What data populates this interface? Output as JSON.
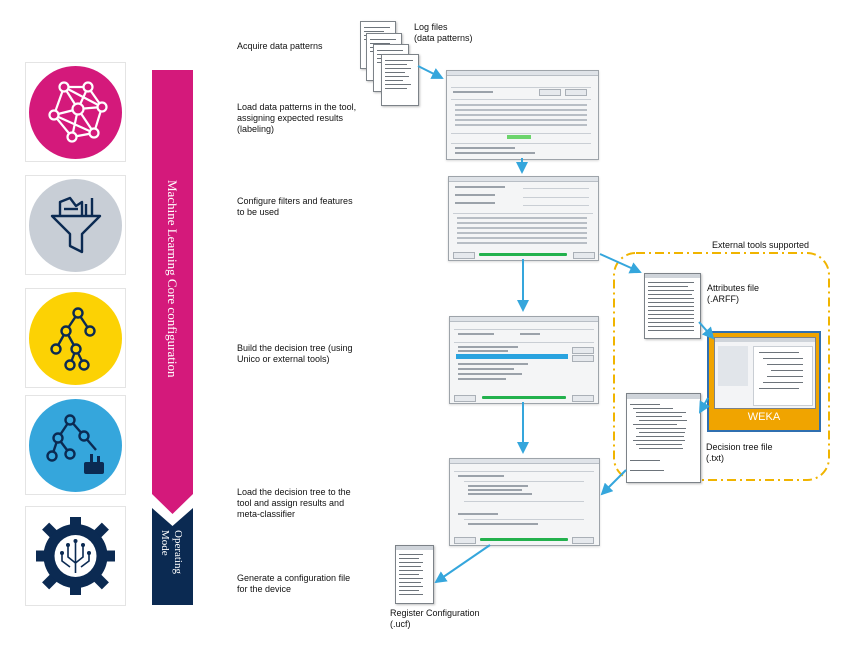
{
  "steps": [
    "Acquire data patterns",
    "Load data patterns in the tool, assigning expected results (labeling)",
    "Configure filters and features to be used",
    "Build the decision tree (using Unico or external tools)",
    "Load the decision tree to the tool and assign results and meta-classifier",
    "Generate a configuration file for the device"
  ],
  "labels": {
    "log_files": "Log files",
    "log_files_sub": "(data patterns)",
    "attributes_file": "Attributes file",
    "attributes_file_sub": "(.ARFF)",
    "decision_tree_file": "Decision tree file",
    "decision_tree_file_sub": "(.txt)",
    "register_config": "Register Configuration",
    "register_config_sub": "(.ucf)",
    "external_tools": "External tools supported",
    "weka": "WEKA"
  },
  "bands": {
    "core_config": "Machine Learning Core configuration",
    "operating_mode": "Operating Mode"
  },
  "icons": [
    {
      "name": "neural-network-icon",
      "color": "#d4197b"
    },
    {
      "name": "data-filter-funnel-icon",
      "color": "#c8ced6"
    },
    {
      "name": "decision-tree-icon",
      "color": "#fcd204"
    },
    {
      "name": "tree-build-tools-icon",
      "color": "#35a6dc"
    },
    {
      "name": "gear-circuit-icon",
      "color": "#0b2a52"
    }
  ],
  "colors": {
    "magenta": "#d4197b",
    "navy": "#0b2a52",
    "arrow": "#35a6dc",
    "dash": "#f0b400",
    "weka_orange": "#f0a400"
  }
}
